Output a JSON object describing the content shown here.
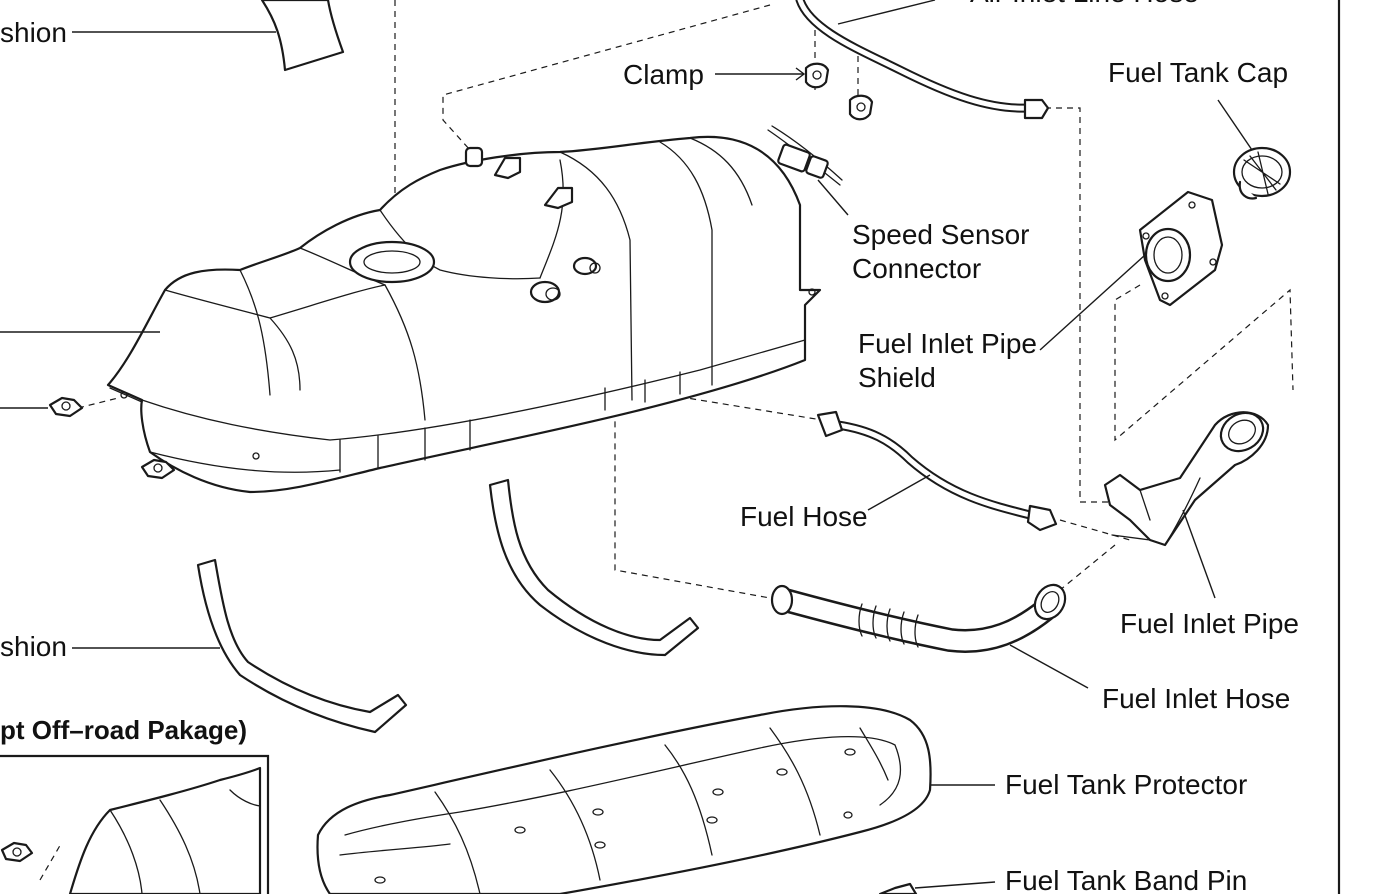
{
  "labels": {
    "cushion_top": "shion",
    "air_inlet_line_hose": "Air Inlet Line Hose",
    "clamp": "Clamp",
    "fuel_tank_cap": "Fuel Tank Cap",
    "speed_sensor_line1": "Speed  Sensor",
    "speed_sensor_line2": "Connector",
    "fuel_inlet_pipe_shield_line1": "Fuel  Inlet  Pipe",
    "fuel_inlet_pipe_shield_line2": "Shield",
    "fuel_hose": "Fuel Hose",
    "fuel_inlet_pipe": "Fuel Inlet Pipe",
    "cushion_bottom": "shion",
    "fuel_inlet_hose": "Fuel Inlet Hose",
    "off_road_note": "pt Off–road Pakage)",
    "fuel_tank_protector": "Fuel Tank Protector",
    "fuel_tank_band_pin": "Fuel Tank Band Pin"
  },
  "icons": {
    "fuel_tank": "fuel-tank-icon",
    "fuel_tank_cap": "fuel-tank-cap-icon",
    "fuel_inlet_pipe_shield": "fuel-inlet-pipe-shield-icon",
    "fuel_inlet_pipe": "fuel-inlet-pipe-icon",
    "fuel_inlet_hose": "fuel-inlet-hose-icon",
    "fuel_hose": "fuel-hose-icon",
    "air_inlet_line_hose": "air-inlet-line-hose-icon",
    "clamp": "clamp-icon",
    "speed_sensor_connector": "speed-sensor-connector-icon",
    "tank_band": "tank-band-icon",
    "cushion": "cushion-icon",
    "fuel_tank_protector": "fuel-tank-protector-icon",
    "band_pin": "band-pin-icon",
    "nut": "nut-icon"
  },
  "colors": {
    "ink": "#1a1a1a",
    "paper": "#ffffff"
  }
}
